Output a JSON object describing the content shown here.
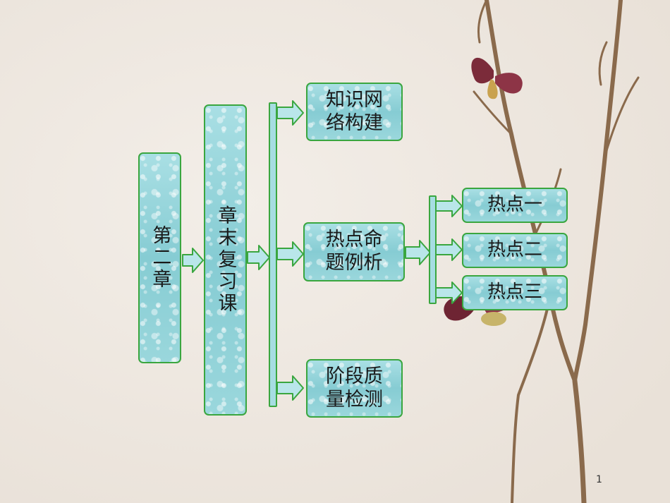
{
  "colors": {
    "node_border": "#3aa63f",
    "node_fill": "#9ad7dc",
    "arrow_fill": "#b9e6ea"
  },
  "nodes": {
    "chapter": "第二章",
    "review": "章末复习课",
    "knowledge": "知识网\n络构建",
    "hot_topics": "热点命\n题例析",
    "assessment": "阶段质\n量检测",
    "hot1": "热点一",
    "hot2": "热点二",
    "hot3": "热点三"
  },
  "page_number": "1"
}
